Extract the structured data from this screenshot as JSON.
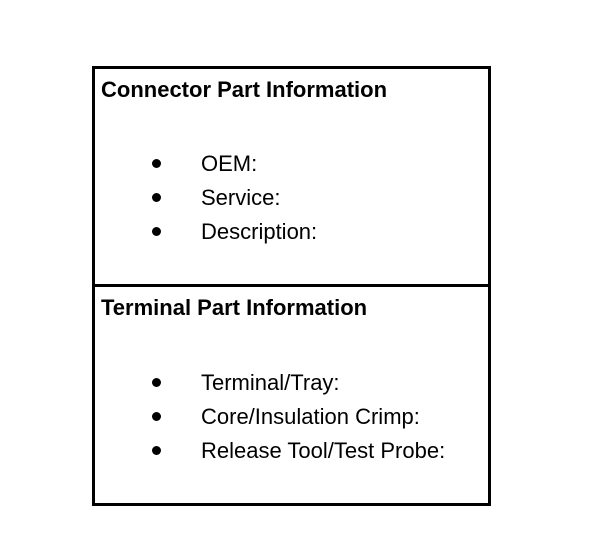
{
  "connector_section": {
    "title": "Connector Part Information",
    "items": [
      {
        "label": "OEM:"
      },
      {
        "label": "Service:"
      },
      {
        "label": "Description:"
      }
    ]
  },
  "terminal_section": {
    "title": "Terminal Part Information",
    "items": [
      {
        "label": "Terminal/Tray:"
      },
      {
        "label": "Core/Insulation Crimp:"
      },
      {
        "label": "Release Tool/Test Probe:"
      }
    ]
  }
}
